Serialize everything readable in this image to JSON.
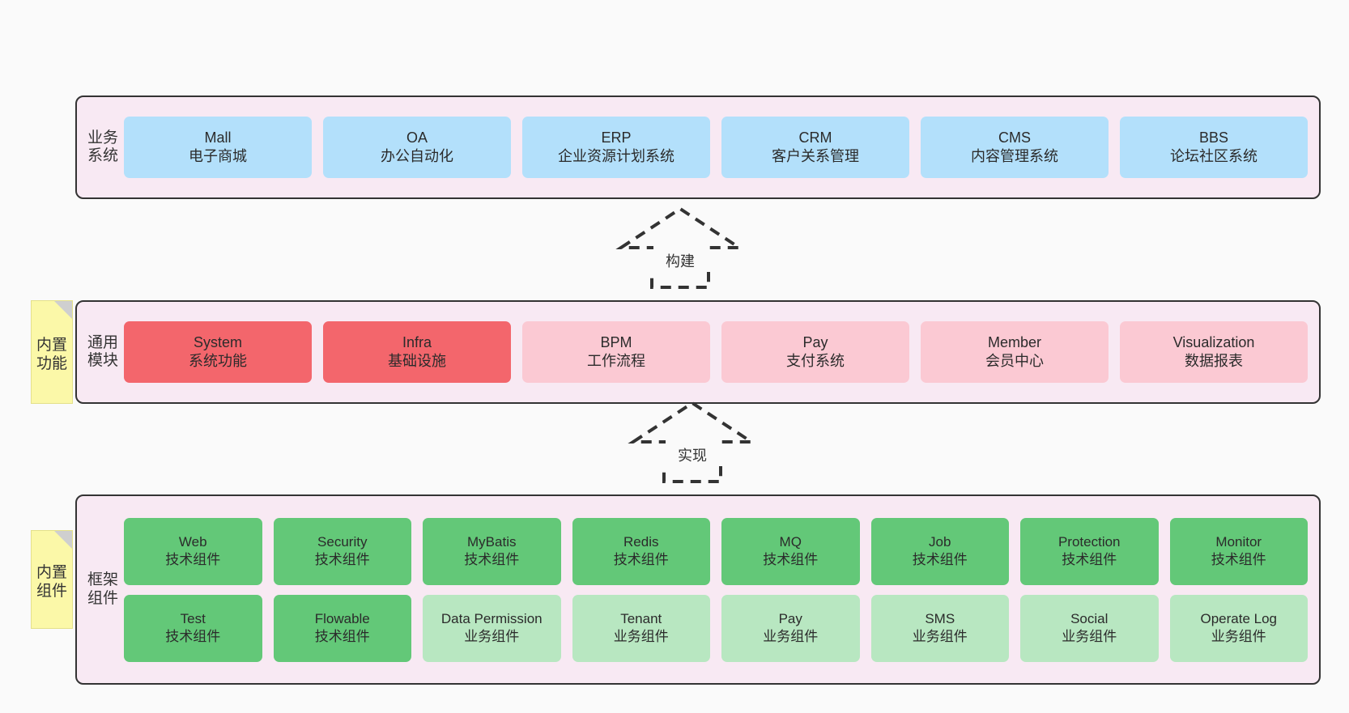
{
  "layers": [
    {
      "id": "business",
      "label": "业务系统",
      "rows": [
        {
          "cells": [
            {
              "title": "Mall",
              "sub": "电子商城",
              "color": "#b3e0fb",
              "style": "c-blue"
            },
            {
              "title": "OA",
              "sub": "办公自动化",
              "color": "#b3e0fb",
              "style": "c-blue"
            },
            {
              "title": "ERP",
              "sub": "企业资源计划系统",
              "color": "#b3e0fb",
              "style": "c-blue"
            },
            {
              "title": "CRM",
              "sub": "客户关系管理",
              "color": "#b3e0fb",
              "style": "c-blue"
            },
            {
              "title": "CMS",
              "sub": "内容管理系统",
              "color": "#b3e0fb",
              "style": "c-blue"
            },
            {
              "title": "BBS",
              "sub": "论坛社区系统",
              "color": "#b3e0fb",
              "style": "c-blue"
            }
          ]
        }
      ]
    },
    {
      "id": "common",
      "label": "通用模块",
      "rows": [
        {
          "cells": [
            {
              "title": "System",
              "sub": "系统功能",
              "color": "#f3666c",
              "style": "c-red"
            },
            {
              "title": "Infra",
              "sub": "基础设施",
              "color": "#f3666c",
              "style": "c-red"
            },
            {
              "title": "BPM",
              "sub": "工作流程",
              "color": "#fbc9d3",
              "style": "c-pink"
            },
            {
              "title": "Pay",
              "sub": "支付系统",
              "color": "#fbc9d3",
              "style": "c-pink"
            },
            {
              "title": "Member",
              "sub": "会员中心",
              "color": "#fbc9d3",
              "style": "c-pink"
            },
            {
              "title": "Visualization",
              "sub": "数据报表",
              "color": "#fbc9d3",
              "style": "c-pink"
            }
          ]
        }
      ]
    },
    {
      "id": "framework",
      "label": "框架组件",
      "rows": [
        {
          "cells": [
            {
              "title": "Web",
              "sub": "技术组件",
              "color": "#63c878",
              "style": "c-green"
            },
            {
              "title": "Security",
              "sub": "技术组件",
              "color": "#63c878",
              "style": "c-green"
            },
            {
              "title": "MyBatis",
              "sub": "技术组件",
              "color": "#63c878",
              "style": "c-green"
            },
            {
              "title": "Redis",
              "sub": "技术组件",
              "color": "#63c878",
              "style": "c-green"
            },
            {
              "title": "MQ",
              "sub": "技术组件",
              "color": "#63c878",
              "style": "c-green"
            },
            {
              "title": "Job",
              "sub": "技术组件",
              "color": "#63c878",
              "style": "c-green"
            },
            {
              "title": "Protection",
              "sub": "技术组件",
              "color": "#63c878",
              "style": "c-green"
            },
            {
              "title": "Monitor",
              "sub": "技术组件",
              "color": "#63c878",
              "style": "c-green"
            }
          ]
        },
        {
          "cells": [
            {
              "title": "Test",
              "sub": "技术组件",
              "color": "#63c878",
              "style": "c-green"
            },
            {
              "title": "Flowable",
              "sub": "技术组件",
              "color": "#63c878",
              "style": "c-green"
            },
            {
              "title": "Data Permission",
              "sub": "业务组件",
              "color": "#b8e7c1",
              "style": "c-green-lite"
            },
            {
              "title": "Tenant",
              "sub": "业务组件",
              "color": "#b8e7c1",
              "style": "c-green-lite"
            },
            {
              "title": "Pay",
              "sub": "业务组件",
              "color": "#b8e7c1",
              "style": "c-green-lite"
            },
            {
              "title": "SMS",
              "sub": "业务组件",
              "color": "#b8e7c1",
              "style": "c-green-lite"
            },
            {
              "title": "Social",
              "sub": "业务组件",
              "color": "#b8e7c1",
              "style": "c-green-lite"
            },
            {
              "title": "Operate Log",
              "sub": "业务组件",
              "color": "#b8e7c1",
              "style": "c-green-lite"
            }
          ]
        }
      ]
    }
  ],
  "notes": [
    {
      "id": "functions",
      "text": "内置功能",
      "color": "#fbf8a8"
    },
    {
      "id": "components",
      "text": "内置组件",
      "color": "#fbf8a8"
    }
  ],
  "connectors": [
    {
      "id": "build",
      "label": "构建"
    },
    {
      "id": "implement",
      "label": "实现"
    }
  ],
  "colors": {
    "panel_background": "#f8e9f3",
    "panel_border": "#333333",
    "page_background": "#fafafa",
    "note_fold": "#cfcfcf"
  }
}
